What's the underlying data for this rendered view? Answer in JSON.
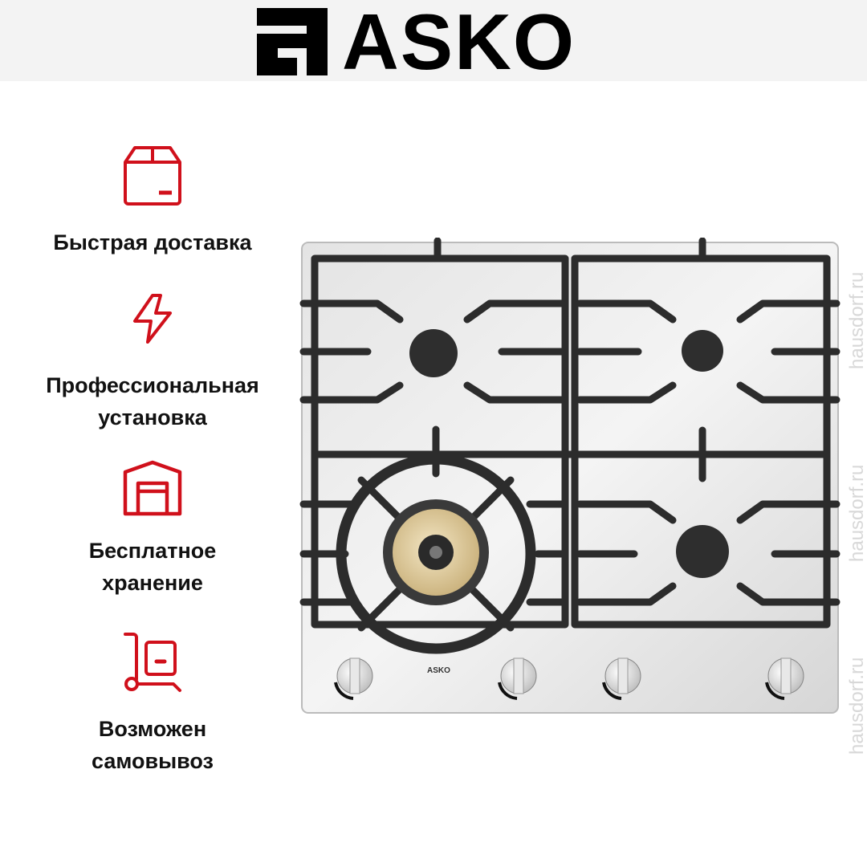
{
  "brand": {
    "name": "ASKO"
  },
  "features": [
    {
      "icon": "box-icon",
      "lines": [
        "Быстрая доставка"
      ]
    },
    {
      "icon": "lightning-icon",
      "lines": [
        "Профессиональная",
        "установка"
      ]
    },
    {
      "icon": "warehouse-icon",
      "lines": [
        "Бесплатное",
        "хранение"
      ]
    },
    {
      "icon": "cart-icon",
      "lines": [
        "Возможен",
        "самовывоз"
      ]
    }
  ],
  "product": {
    "panel_brand": "ASKO"
  },
  "watermark": "hausdorf.ru",
  "colors": {
    "accent": "#d0101b",
    "header_bg": "#f3f3f3"
  }
}
